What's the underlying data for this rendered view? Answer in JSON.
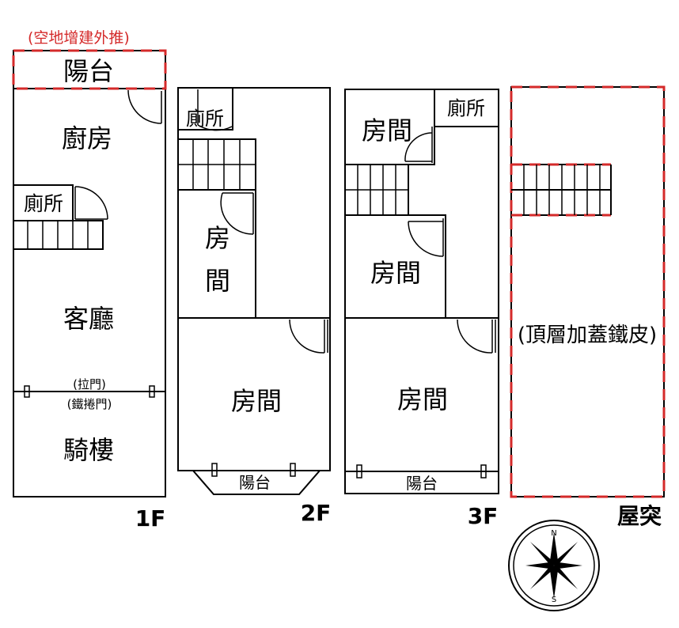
{
  "colors": {
    "extension": "#d42a2a",
    "line": "#000000"
  },
  "annotation": {
    "extension_note": "(空地增建外推)"
  },
  "floor_1": {
    "label": "1F",
    "rooms": {
      "balcony": "陽台",
      "kitchen": "廚房",
      "toilet": "廁所",
      "living": "客廳",
      "arcade": "騎樓"
    },
    "sliding_door": "(拉門)",
    "rolling_door": "(鐵捲門)"
  },
  "floor_2": {
    "label": "2F",
    "rooms": {
      "toilet": "廁所",
      "room_side_top": "房",
      "room_side_bottom": "間",
      "room_front": "房間",
      "balcony": "陽台"
    }
  },
  "floor_3": {
    "label": "3F",
    "rooms": {
      "room_top": "房間",
      "toilet": "廁所",
      "room_middle": "房間",
      "room_front": "房間",
      "balcony": "陽台"
    }
  },
  "rooftop": {
    "label": "屋突",
    "note": "(頂層加蓋鐵皮)"
  },
  "compass": {
    "north": "N",
    "south": "S",
    "icon": "compass-rose-icon"
  }
}
